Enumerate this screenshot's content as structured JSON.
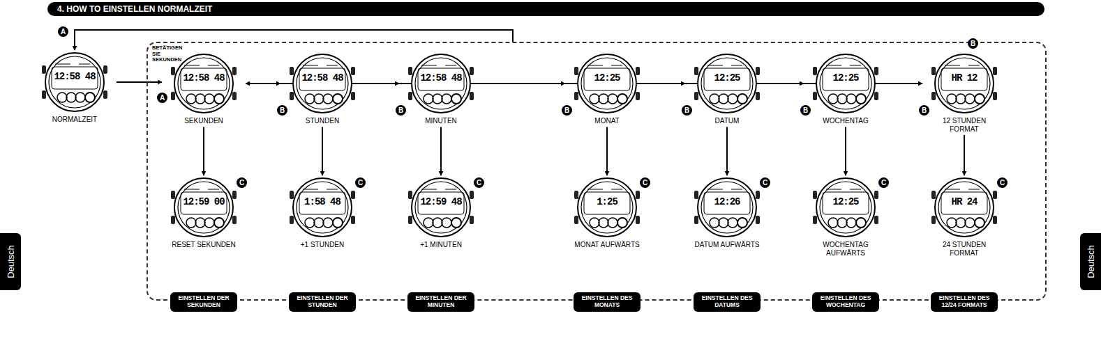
{
  "diagram": {
    "title": "4. HOW TO EINSTELLEN NORMALZEIT",
    "nodes": [
      {
        "text": [
          "12:58 48",
          "NORMALZEIT"
        ]
      },
      {
        "text": [
          "BETÄTIGEN SIE SEKUNDEN"
        ]
      },
      {
        "text": [
          "12:58 48",
          "SEKUNDEN"
        ],
        "in": 1
      },
      {
        "text": [
          "12:58 48",
          "STUNDEN"
        ],
        "in": 1
      },
      {
        "text": [
          "12:58 48",
          "MINUTEN"
        ],
        "in": 1
      },
      {
        "text": [
          "12:25",
          "MONAT"
        ],
        "in": 1
      },
      {
        "text": [
          "12:25",
          "DATUM"
        ],
        "in": 1
      },
      {
        "text": [
          "12:25",
          "WOCHENTAG"
        ],
        "in": 1
      },
      {
        "text": [
          "HR 12",
          "12 STUNDEN FORMAT"
        ],
        "in": 1
      },
      {
        "text": [
          "12:59 00",
          "RESET SEKUNDEN"
        ],
        "in": 1
      },
      {
        "text": [
          "1:58 48",
          "+1 STUNDEN"
        ],
        "in": 1
      },
      {
        "text": [
          "12:59 48",
          "+1 MINUTEN"
        ],
        "in": 1
      },
      {
        "text": [
          "1:25",
          "MONAT AUFWÄRTS"
        ],
        "in": 1
      },
      {
        "text": [
          "12:26",
          "DATUM AUFWÄRTS"
        ],
        "in": 1
      },
      {
        "text": [
          "12:25",
          "WOCHENTAG AUFWÄRTS"
        ],
        "in": 1
      },
      {
        "text": [
          "HR 24",
          "24 STUNDEN FORMAT"
        ],
        "in": 1
      },
      {
        "text": [
          "EINSTELLEN DER SEKUNDEN"
        ],
        "in": 1
      },
      {
        "text": [
          "EINSTELLEN DER STUNDEN"
        ],
        "in": 1
      },
      {
        "text": [
          "EINSTELLEN DER MINUTEN"
        ],
        "in": 1
      },
      {
        "text": [
          "EINSTELLEN DES MONATS"
        ],
        "in": 1
      },
      {
        "text": [
          "EINSTELLEN DES DATUMS"
        ],
        "in": 1
      },
      {
        "text": [
          "EINSTELLEN DES WOCHENTAG"
        ],
        "in": 1
      },
      {
        "text": [
          "EINSTELLEN DES 12/24 FORMATS"
        ],
        "in": 1
      },
      {
        "text": [
          "Deutsch"
        ]
      },
      {
        "text": [
          "Deutsch"
        ]
      }
    ],
    "edges": [
      {
        "from": 0,
        "to": 2,
        "arrow": "to"
      },
      {
        "from": 2,
        "to": 3,
        "arrow": "to"
      },
      {
        "from": 3,
        "to": 4,
        "arrow": "to"
      },
      {
        "from": 4,
        "to": 5,
        "arrow": "to"
      },
      {
        "from": 5,
        "to": 6,
        "arrow": "to"
      },
      {
        "from": 6,
        "to": 7,
        "arrow": "to"
      },
      {
        "from": 7,
        "to": 8,
        "arrow": "to"
      },
      {
        "from": 2,
        "to": 9,
        "arrow": "to"
      },
      {
        "from": 3,
        "to": 10,
        "arrow": "to"
      },
      {
        "from": 4,
        "to": 11,
        "arrow": "to"
      },
      {
        "from": 5,
        "to": 12,
        "arrow": "to"
      },
      {
        "from": 6,
        "to": 13,
        "arrow": "to"
      },
      {
        "from": 7,
        "to": 14,
        "arrow": "to"
      },
      {
        "from": 8,
        "to": 15,
        "arrow": "to"
      },
      {
        "from": 8,
        "to": 2,
        "arrow": "to"
      },
      {
        "from": 1,
        "to": 0,
        "arrow": "to"
      }
    ],
    "labels": [
      "A",
      "A",
      "B",
      "B",
      "B",
      "B",
      "B",
      "B",
      "B",
      "C",
      "C",
      "C",
      "C",
      "C",
      "C",
      "C"
    ]
  }
}
